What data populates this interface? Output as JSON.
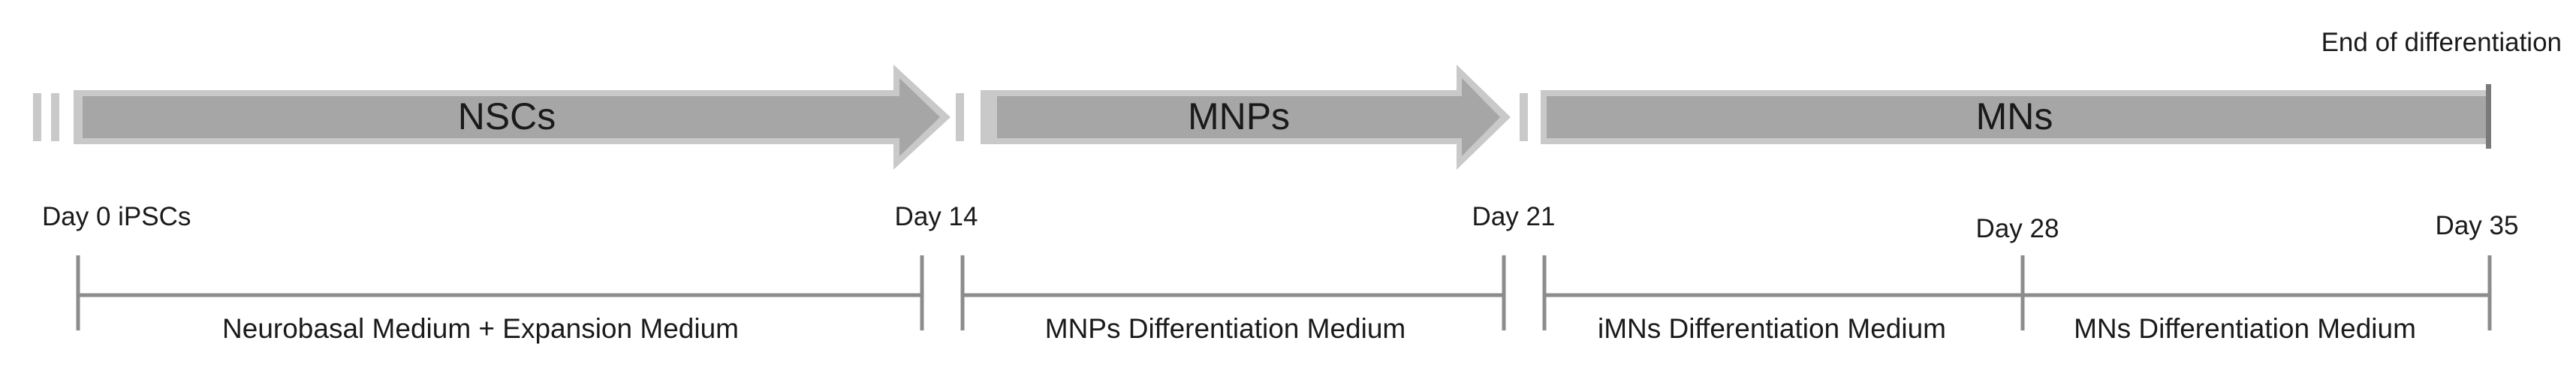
{
  "phases": [
    {
      "label": "NSCs"
    },
    {
      "label": "MNPs"
    },
    {
      "label": "MNs"
    }
  ],
  "days": [
    {
      "label": "Day 0 iPSCs"
    },
    {
      "label": "Day 14"
    },
    {
      "label": "Day 21"
    },
    {
      "label": "Day 28"
    },
    {
      "label": "Day 35"
    }
  ],
  "media": [
    {
      "label": "Neurobasal Medium + Expansion Medium"
    },
    {
      "label": "MNPs Differentiation Medium"
    },
    {
      "label": "iMNs Differentiation Medium"
    },
    {
      "label": "MNs Differentiation Medium"
    }
  ],
  "end_label": "End of differentiation",
  "colors": {
    "arrow_fill": "#a6a6a6",
    "arrow_edge": "#c9c9c9",
    "bracket": "#8c8c8c",
    "end_marker": "#7a7a7a",
    "text": "#1a1a1a"
  }
}
